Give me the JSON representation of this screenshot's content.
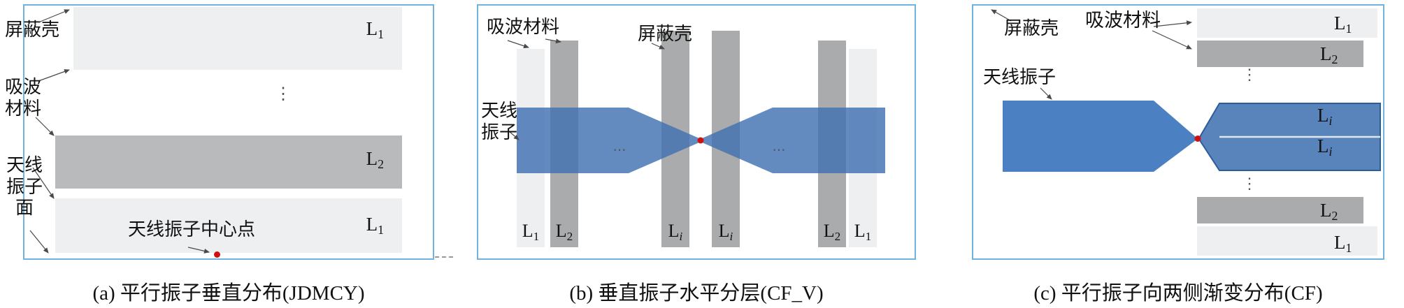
{
  "figure": {
    "colors": {
      "panel_border": "#6fb3e0",
      "bar_light": "#edeff1",
      "bar_dark": "#a9abac",
      "bar_dark_a": "#b9babb",
      "dipole_blue": "#4b80c2",
      "center_dot_red": "#d01111"
    },
    "panel_a": {
      "caption": "(a) 平行振子垂直分布(JDMCY)",
      "shield_label": "屏蔽壳",
      "absorber_label": "吸波\n材料",
      "dipole_face_label": "天线\n振子\n面",
      "center_point_label": "天线振子中心点",
      "vdots": "⋮",
      "bars": [
        {
          "b": "L",
          "s": "1"
        },
        {
          "b": "L",
          "s": "2"
        },
        {
          "b": "L",
          "s": "1"
        }
      ]
    },
    "panel_b": {
      "caption": "(b) 垂直振子水平分层(CF_V)",
      "absorber_label": "吸波材料",
      "shield_label": "屏蔽壳",
      "dipole_label": "天线\n振子",
      "hdots": "⋯",
      "bar_labels": [
        {
          "b": "L",
          "s": "1"
        },
        {
          "b": "L",
          "s": "2"
        },
        {
          "b": "L",
          "s": "i"
        },
        {
          "b": "L",
          "s": "i"
        },
        {
          "b": "L",
          "s": "2"
        },
        {
          "b": "L",
          "s": "1"
        }
      ]
    },
    "panel_c": {
      "caption": "(c) 平行振子向两侧渐变分布(CF)",
      "shield_label": "屏蔽壳",
      "absorber_label": "吸波材料",
      "dipole_label": "天线振子",
      "vdots": "⋮",
      "bar_labels": [
        {
          "b": "L",
          "s": "1"
        },
        {
          "b": "L",
          "s": "2"
        },
        {
          "b": "L",
          "s": "i"
        },
        {
          "b": "L",
          "s": "i"
        },
        {
          "b": "L",
          "s": "2"
        },
        {
          "b": "L",
          "s": "1"
        }
      ]
    }
  }
}
